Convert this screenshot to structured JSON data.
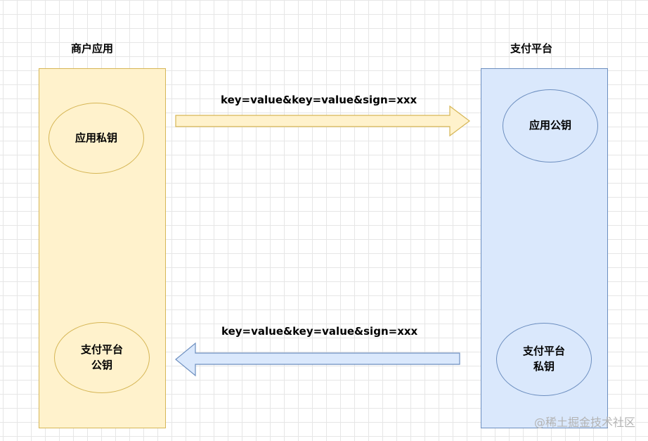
{
  "merchant": {
    "title": "商户应用",
    "private_key": "应用私钥",
    "platform_public_key_line1": "支付平台",
    "platform_public_key_line2": "公钥"
  },
  "platform": {
    "title": "支付平台",
    "app_public_key": "应用公钥",
    "platform_private_key_line1": "支付平台",
    "platform_private_key_line2": "私钥"
  },
  "request_arrow": {
    "label": "key=value&key=value&sign=xxx",
    "direction": "right",
    "fill": "#fff2cc",
    "stroke": "#d6b656"
  },
  "response_arrow": {
    "label": "key=value&key=value&sign=xxx",
    "direction": "left",
    "fill": "#dae8fc",
    "stroke": "#6c8ebf"
  },
  "watermark": "@稀土掘金技术社区",
  "colors": {
    "merchant_fill": "#fff2cc",
    "merchant_stroke": "#d6b656",
    "platform_fill": "#dae8fc",
    "platform_stroke": "#6c8ebf",
    "grid": "#e6e6e6"
  }
}
